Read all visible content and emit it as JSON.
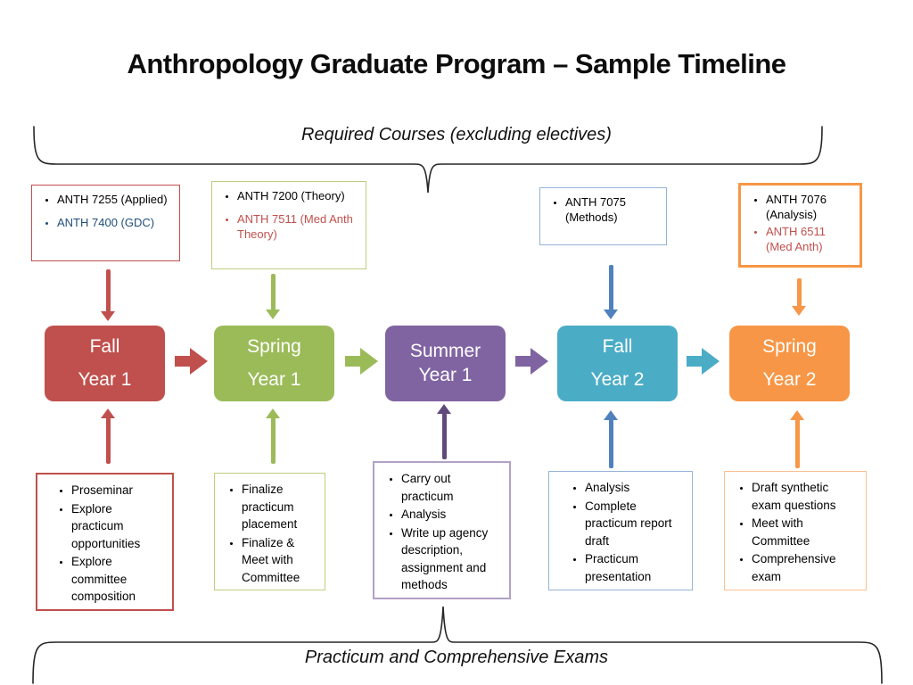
{
  "title": "Anthropology Graduate Program – Sample Timeline",
  "braces": {
    "top_label": "Required Courses (excluding electives)",
    "bottom_label": "Practicum and Comprehensive Exams"
  },
  "colors": {
    "red": "#C0504D",
    "green": "#9BBB59",
    "purple": "#8064A2",
    "dark_purple": "#604A7B",
    "teal": "#4BACC6",
    "orange": "#F79646",
    "blue": "#4F81BD",
    "navy": "#1F4E79",
    "red_text": "#C0504D",
    "black": "#000000",
    "border_olive": "#C3CC7E",
    "border_light_blue": "#95B3D7",
    "border_light_purple": "#B2A1C7",
    "border_light_orange": "#FAC090"
  },
  "course_boxes": [
    {
      "items": [
        {
          "text": "ANTH 7255 (Applied)"
        },
        {
          "text": "ANTH 7400 (GDC)"
        }
      ]
    },
    {
      "items": [
        {
          "text": "ANTH 7200 (Theory)"
        },
        {
          "text": "ANTH 7511 (Med Anth Theory)"
        }
      ]
    },
    {
      "items": [
        {
          "text": "ANTH 7075 (Methods)"
        }
      ]
    },
    {
      "items": [
        {
          "text": "ANTH 7076 (Analysis)"
        },
        {
          "text": "ANTH 6511 (Med Anth)"
        }
      ]
    }
  ],
  "timeline": [
    {
      "season": "Fall",
      "year": "Year 1"
    },
    {
      "season": "Spring",
      "year": "Year 1"
    },
    {
      "season": "Summer",
      "year": "Year 1"
    },
    {
      "season": "Fall",
      "year": "Year 2"
    },
    {
      "season": "Spring",
      "year": "Year 2"
    }
  ],
  "task_boxes": [
    {
      "items": [
        {
          "text": "Proseminar"
        },
        {
          "text": "Explore practicum opportunities"
        },
        {
          "text": "Explore committee composition"
        }
      ]
    },
    {
      "items": [
        {
          "text": "Finalize practicum placement"
        },
        {
          "text": "Finalize & Meet with Committee"
        }
      ]
    },
    {
      "items": [
        {
          "text": "Carry out practicum"
        },
        {
          "text": "Analysis"
        },
        {
          "text": "Write up agency description, assignment and methods"
        }
      ]
    },
    {
      "items": [
        {
          "text": "Analysis"
        },
        {
          "text": "Complete practicum report draft"
        },
        {
          "text": "Practicum presentation"
        }
      ]
    },
    {
      "items": [
        {
          "text": "Draft synthetic exam questions"
        },
        {
          "text": "Meet with Committee"
        },
        {
          "text": "Comprehensive exam"
        }
      ]
    }
  ]
}
